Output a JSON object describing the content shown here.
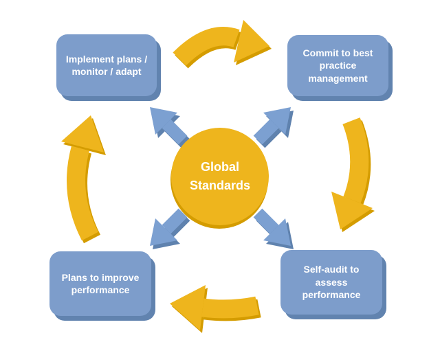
{
  "diagram": {
    "center": {
      "label": "Global\nStandards"
    },
    "nodes": {
      "top_left": {
        "label": "Implement plans /\nmonitor / adapt"
      },
      "top_right": {
        "label": "Commit to best\npractice\nmanagement"
      },
      "bottom_right": {
        "label": "Self-audit to\nassess\nperformance"
      },
      "bottom_left": {
        "label": "Plans to improve\nperformance"
      }
    },
    "arrows": {
      "cycle_icons": [
        "cycle-arrow-top-icon (points right)",
        "cycle-arrow-right-icon (points down)",
        "cycle-arrow-bottom-icon (points left)",
        "cycle-arrow-left-icon (points up)"
      ],
      "radiating_icons": [
        "radial-arrow-top-left-icon",
        "radial-arrow-top-right-icon",
        "radial-arrow-bottom-left-icon",
        "radial-arrow-bottom-right-icon"
      ]
    },
    "colors": {
      "cycle_arrow_yellow": "#eeb51d",
      "cycle_arrow_yellow_shadow": "#d49c00",
      "node_blue": "#7d9dcb",
      "node_blue_shadow": "#6183af",
      "radial_arrow_blue": "#7ca0d1",
      "radial_arrow_blue_shadow": "#5f82ae",
      "text": "#ffffff",
      "background": "#ffffff"
    }
  }
}
